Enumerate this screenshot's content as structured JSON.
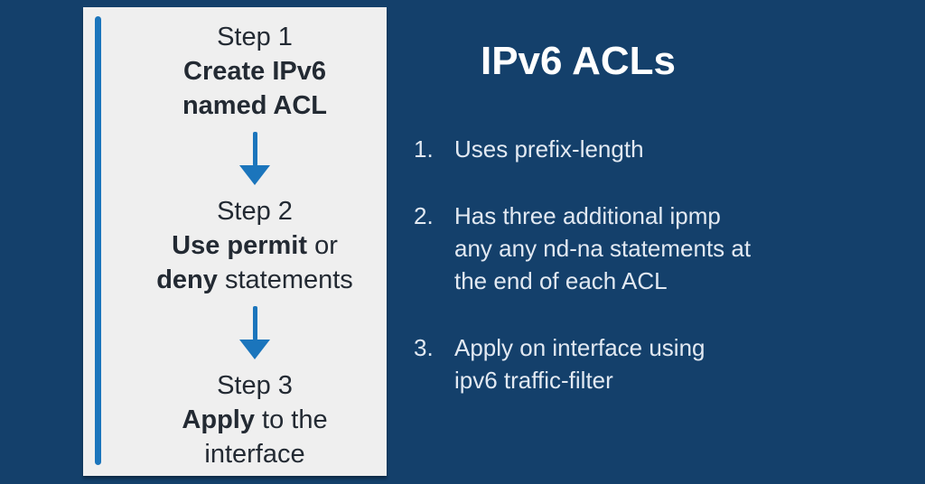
{
  "slide": {
    "background_color": "#14406B",
    "card_background_color": "#EFEFEF",
    "accent_color": "#1B75BC",
    "card_text_color": "#232A33",
    "title_color": "#FFFFFF",
    "body_text_color": "#E2E9F2"
  },
  "flowchart": {
    "steps": [
      {
        "title": "Step 1",
        "line1_bold": "Create IPv6",
        "line1_rest": "",
        "line2_bold": "named ACL",
        "line2_rest": ""
      },
      {
        "title": "Step 2",
        "line1_bold": "Use permit",
        "line1_rest": " or",
        "line2_bold": "deny",
        "line2_rest": " statements"
      },
      {
        "title": "Step 3",
        "line1_bold": "Apply",
        "line1_rest": " to the",
        "line2_bold": "",
        "line2_rest": "interface"
      }
    ]
  },
  "content": {
    "title": "IPv6 ACLs",
    "items": [
      {
        "number": "1.",
        "lines": [
          "Uses prefix-length"
        ]
      },
      {
        "number": "2.",
        "lines": [
          "Has three additional ipmp",
          "any any nd-na statements at",
          "the end of each ACL"
        ]
      },
      {
        "number": "3.",
        "lines": [
          "Apply on interface using",
          "ipv6 traffic-filter"
        ]
      }
    ]
  }
}
